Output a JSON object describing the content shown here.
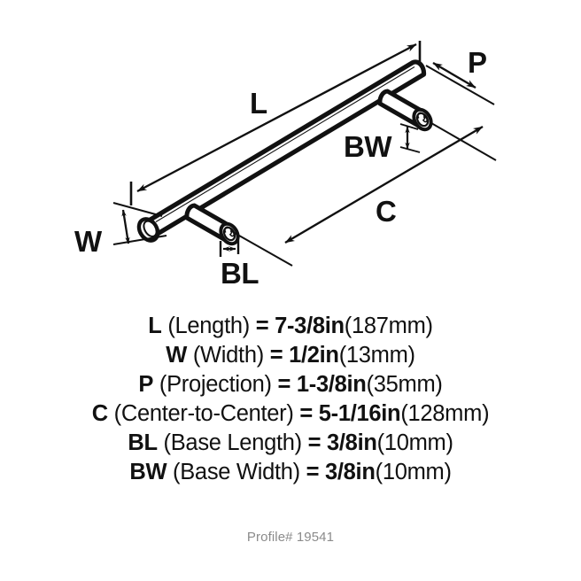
{
  "product": {
    "type": "cabinet-bar-pull",
    "profile_label": "Profile# 19541"
  },
  "diagram": {
    "labels": {
      "length": "L",
      "width": "W",
      "projection": "P",
      "center_to_center": "C",
      "base_length": "BL",
      "base_width": "BW"
    }
  },
  "specs": [
    {
      "code": "L",
      "name": "(Length)",
      "eq": "=",
      "imperial": "7-3/8in",
      "metric": "(187mm)"
    },
    {
      "code": "W",
      "name": "(Width)",
      "eq": "=",
      "imperial": "1/2in",
      "metric": "(13mm)"
    },
    {
      "code": "P",
      "name": "(Projection)",
      "eq": "=",
      "imperial": "1-3/8in",
      "metric": "(35mm)"
    },
    {
      "code": "C",
      "name": "(Center-to-Center)",
      "eq": "=",
      "imperial": "5-1/16in",
      "metric": "(128mm)"
    },
    {
      "code": "BL",
      "name": "(Base Length)",
      "eq": "=",
      "imperial": "3/8in",
      "metric": "(10mm)"
    },
    {
      "code": "BW",
      "name": "(Base Width)",
      "eq": "=",
      "imperial": "3/8in",
      "metric": "(10mm)"
    }
  ],
  "colors": {
    "background": "#ffffff",
    "line": "#111111",
    "text": "#111111",
    "footer_text": "#8b8b8b"
  }
}
